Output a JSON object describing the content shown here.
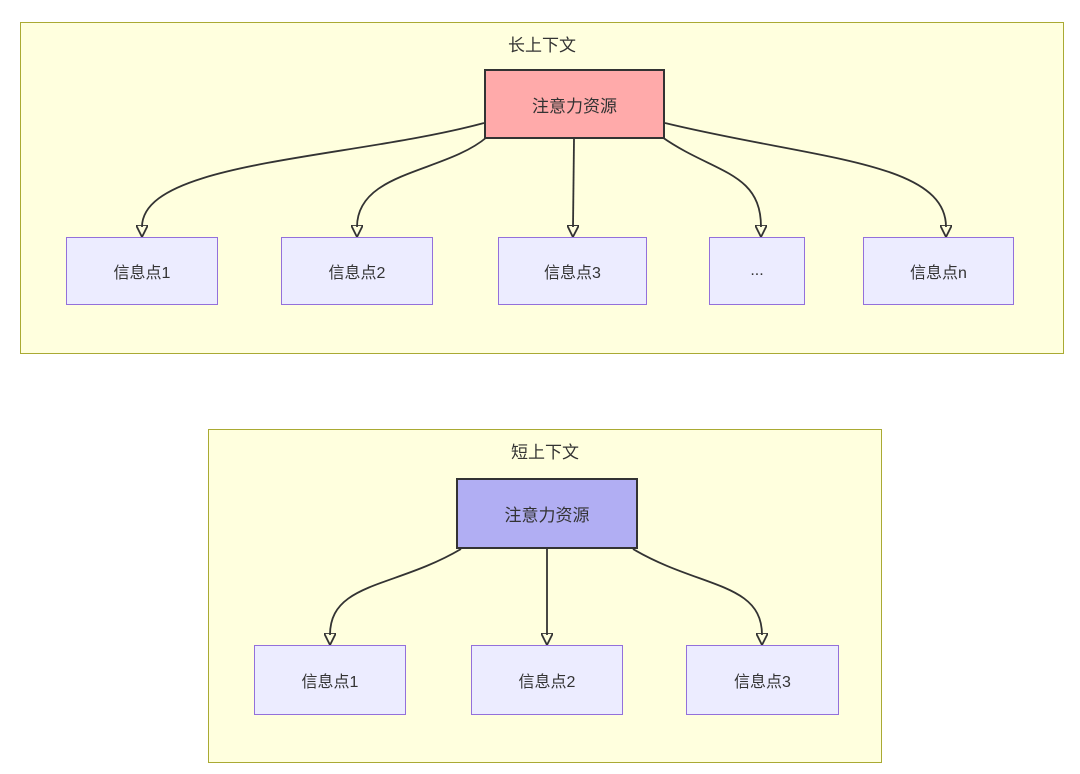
{
  "colors": {
    "cluster_fill": "#ffffde",
    "cluster_border": "#aaaa33",
    "node_fill": "#ececff",
    "node_border": "#9370db",
    "attention_long_fill": "#ffaaaa",
    "attention_short_fill": "#b1aef3",
    "attention_border": "#333333",
    "edge_color": "#333333",
    "text_color": "#333333"
  },
  "diagrams": [
    {
      "title": "长上下文",
      "source_label": "注意力资源",
      "targets": [
        "信息点1",
        "信息点2",
        "信息点3",
        "...",
        "信息点n"
      ]
    },
    {
      "title": "短上下文",
      "source_label": "注意力资源",
      "targets": [
        "信息点1",
        "信息点2",
        "信息点3"
      ]
    }
  ]
}
